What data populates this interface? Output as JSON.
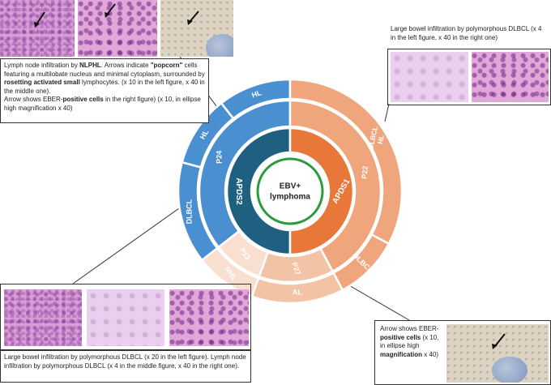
{
  "center": {
    "line1": "EBV+",
    "line2": "lymphoma"
  },
  "ring_inner": [
    {
      "label": "APDS2",
      "color": "#1f5f7f"
    },
    {
      "label": "APDS1",
      "color": "#e8773a"
    }
  ],
  "ring_middle": [
    {
      "label": "P24",
      "color": "#4a90d0"
    },
    {
      "label": "P22",
      "color": "#f0a67c"
    },
    {
      "label": "P27",
      "color": "#f3c3a6"
    },
    {
      "label": "P13",
      "color": "#f8dfd0"
    }
  ],
  "ring_outer": [
    {
      "label": "HL",
      "color": "#4a90d0"
    },
    {
      "label": "HL",
      "color": "#4a90d0"
    },
    {
      "label": "DLBCL",
      "color": "#4a90d0"
    },
    {
      "label": "DLBCL\nHL",
      "color": "#f0a67c"
    },
    {
      "label": "DLBCL",
      "color": "#f0a67c"
    },
    {
      "label": "AL",
      "color": "#f3c3a6"
    },
    {
      "label": "NHL",
      "color": "#f8dfd0"
    }
  ],
  "captions": {
    "top_left": {
      "p1": "Lymph node infiltration by ",
      "p1_bold": "NLPHL",
      "p1_rest": ". Arrows indicate",
      "p2_bold": "\"popcorn\"",
      "p2": " cells featuring a multilobate nucleus and minimal cytoplasm, surrounded by ",
      "p2_bold2": "rosetting activated small",
      "p3": "lymphocytes. (x 10 in the left figure, x 40 in the middle one).",
      "p4": "Arrow shows EBER-",
      "p4_bold": "positive cells",
      "p4_rest": " in the right figure) (x 10, in ellipse high magnification x 40)"
    },
    "top_right": "Large bowel infiltration by polymorphous DLBCL (x 4 in the left figure, x 40 in the right one)",
    "bottom_left": "Large bowel infiltration by polymorphous DLBCL (x 20 in the left figure). Lymph node infiltration by polymorphous DLBCL (x 4 in the middle figure, x 40 in the right one).",
    "bottom_right": {
      "p1": "Arrow shows EBER-",
      "p1_bold": "positive cells",
      "p1_rest": " (x 10, in ellipse high",
      "p2_bold": "magnification",
      "p2_rest": " x 40)"
    }
  }
}
